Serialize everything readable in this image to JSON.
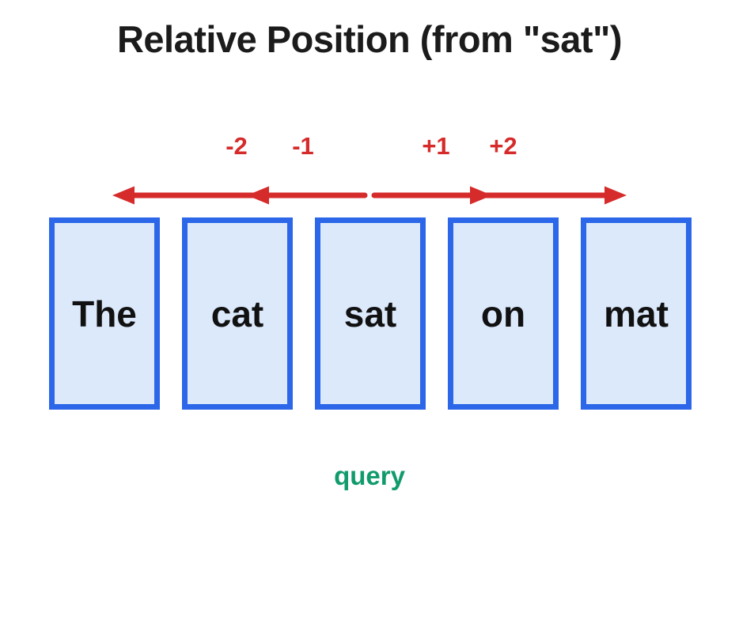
{
  "title": "Relative Position (from \"sat\")",
  "offset_labels": [
    "-2",
    "-1",
    "+1",
    "+2"
  ],
  "tokens": [
    "The",
    "cat",
    "sat",
    "on",
    "mat"
  ],
  "query_label": "query",
  "colors": {
    "background": "#ffffff",
    "title_black": "#1b1b1b",
    "red_accent": "#d62b2b",
    "box_border_blue": "#2b67e8",
    "box_fill_blue": "#dce9fb",
    "query_green": "#119b6d"
  }
}
